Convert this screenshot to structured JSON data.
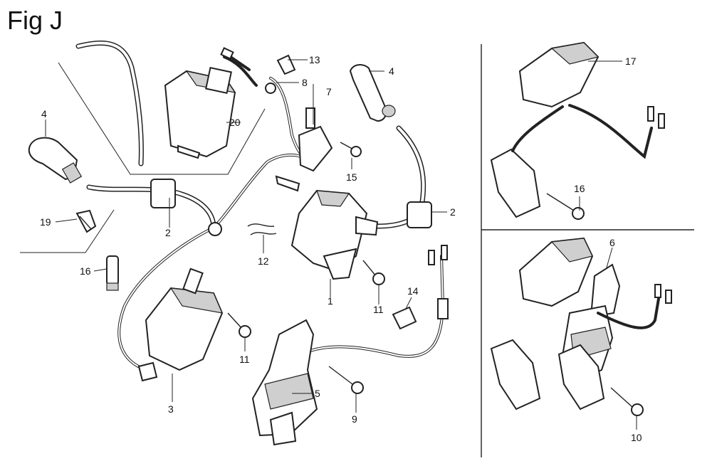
{
  "figure_title": "Fig J",
  "callouts": [
    {
      "id": "c13",
      "label": "13"
    },
    {
      "id": "c4a",
      "label": "4"
    },
    {
      "id": "c8",
      "label": "8"
    },
    {
      "id": "c7",
      "label": "7"
    },
    {
      "id": "c20",
      "label": "20"
    },
    {
      "id": "c4b",
      "label": "4"
    },
    {
      "id": "c15",
      "label": "15"
    },
    {
      "id": "c2a",
      "label": "2"
    },
    {
      "id": "c2b",
      "label": "2"
    },
    {
      "id": "c19",
      "label": "19"
    },
    {
      "id": "c12",
      "label": "12"
    },
    {
      "id": "c16a",
      "label": "16"
    },
    {
      "id": "c1",
      "label": "1"
    },
    {
      "id": "c11a",
      "label": "11"
    },
    {
      "id": "c14",
      "label": "14"
    },
    {
      "id": "c11b",
      "label": "11"
    },
    {
      "id": "c3",
      "label": "3"
    },
    {
      "id": "c5",
      "label": "5"
    },
    {
      "id": "c9",
      "label": "9"
    },
    {
      "id": "c17",
      "label": "17"
    },
    {
      "id": "c16b",
      "label": "16"
    },
    {
      "id": "c6",
      "label": "6"
    },
    {
      "id": "c10",
      "label": "10"
    }
  ]
}
